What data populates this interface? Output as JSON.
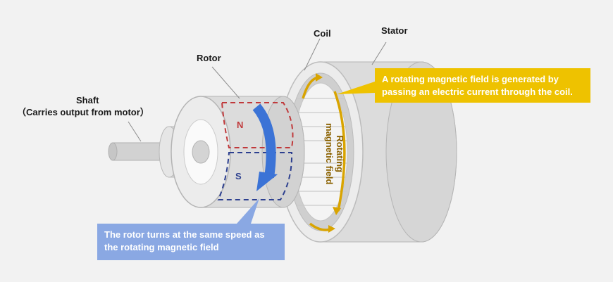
{
  "labels": {
    "coil": "Coil",
    "stator": "Stator",
    "rotor": "Rotor",
    "shaft_title": "Shaft",
    "shaft_subtitle": "（Carries output from motor）",
    "rotating_field_line1": "Rotating",
    "rotating_field_line2": "magnetic field",
    "pole_n": "N",
    "pole_s": "S"
  },
  "callouts": {
    "coil_current_line1": "A rotating magnetic field is generated by",
    "coil_current_line2": "passing an electric current through the coil.",
    "rotor_speed_line1": "The rotor turns at the same speed as",
    "rotor_speed_line2": "the rotating magnetic field"
  },
  "colors": {
    "background": "#f2f2f2",
    "yellow_accent": "#eec200",
    "field_arrow": "#d9a400",
    "rotor_arrow": "#3b73d6",
    "n_pole": "#c0393b",
    "s_pole": "#2c3f8f",
    "blue_callout": "#8aa8e3"
  }
}
